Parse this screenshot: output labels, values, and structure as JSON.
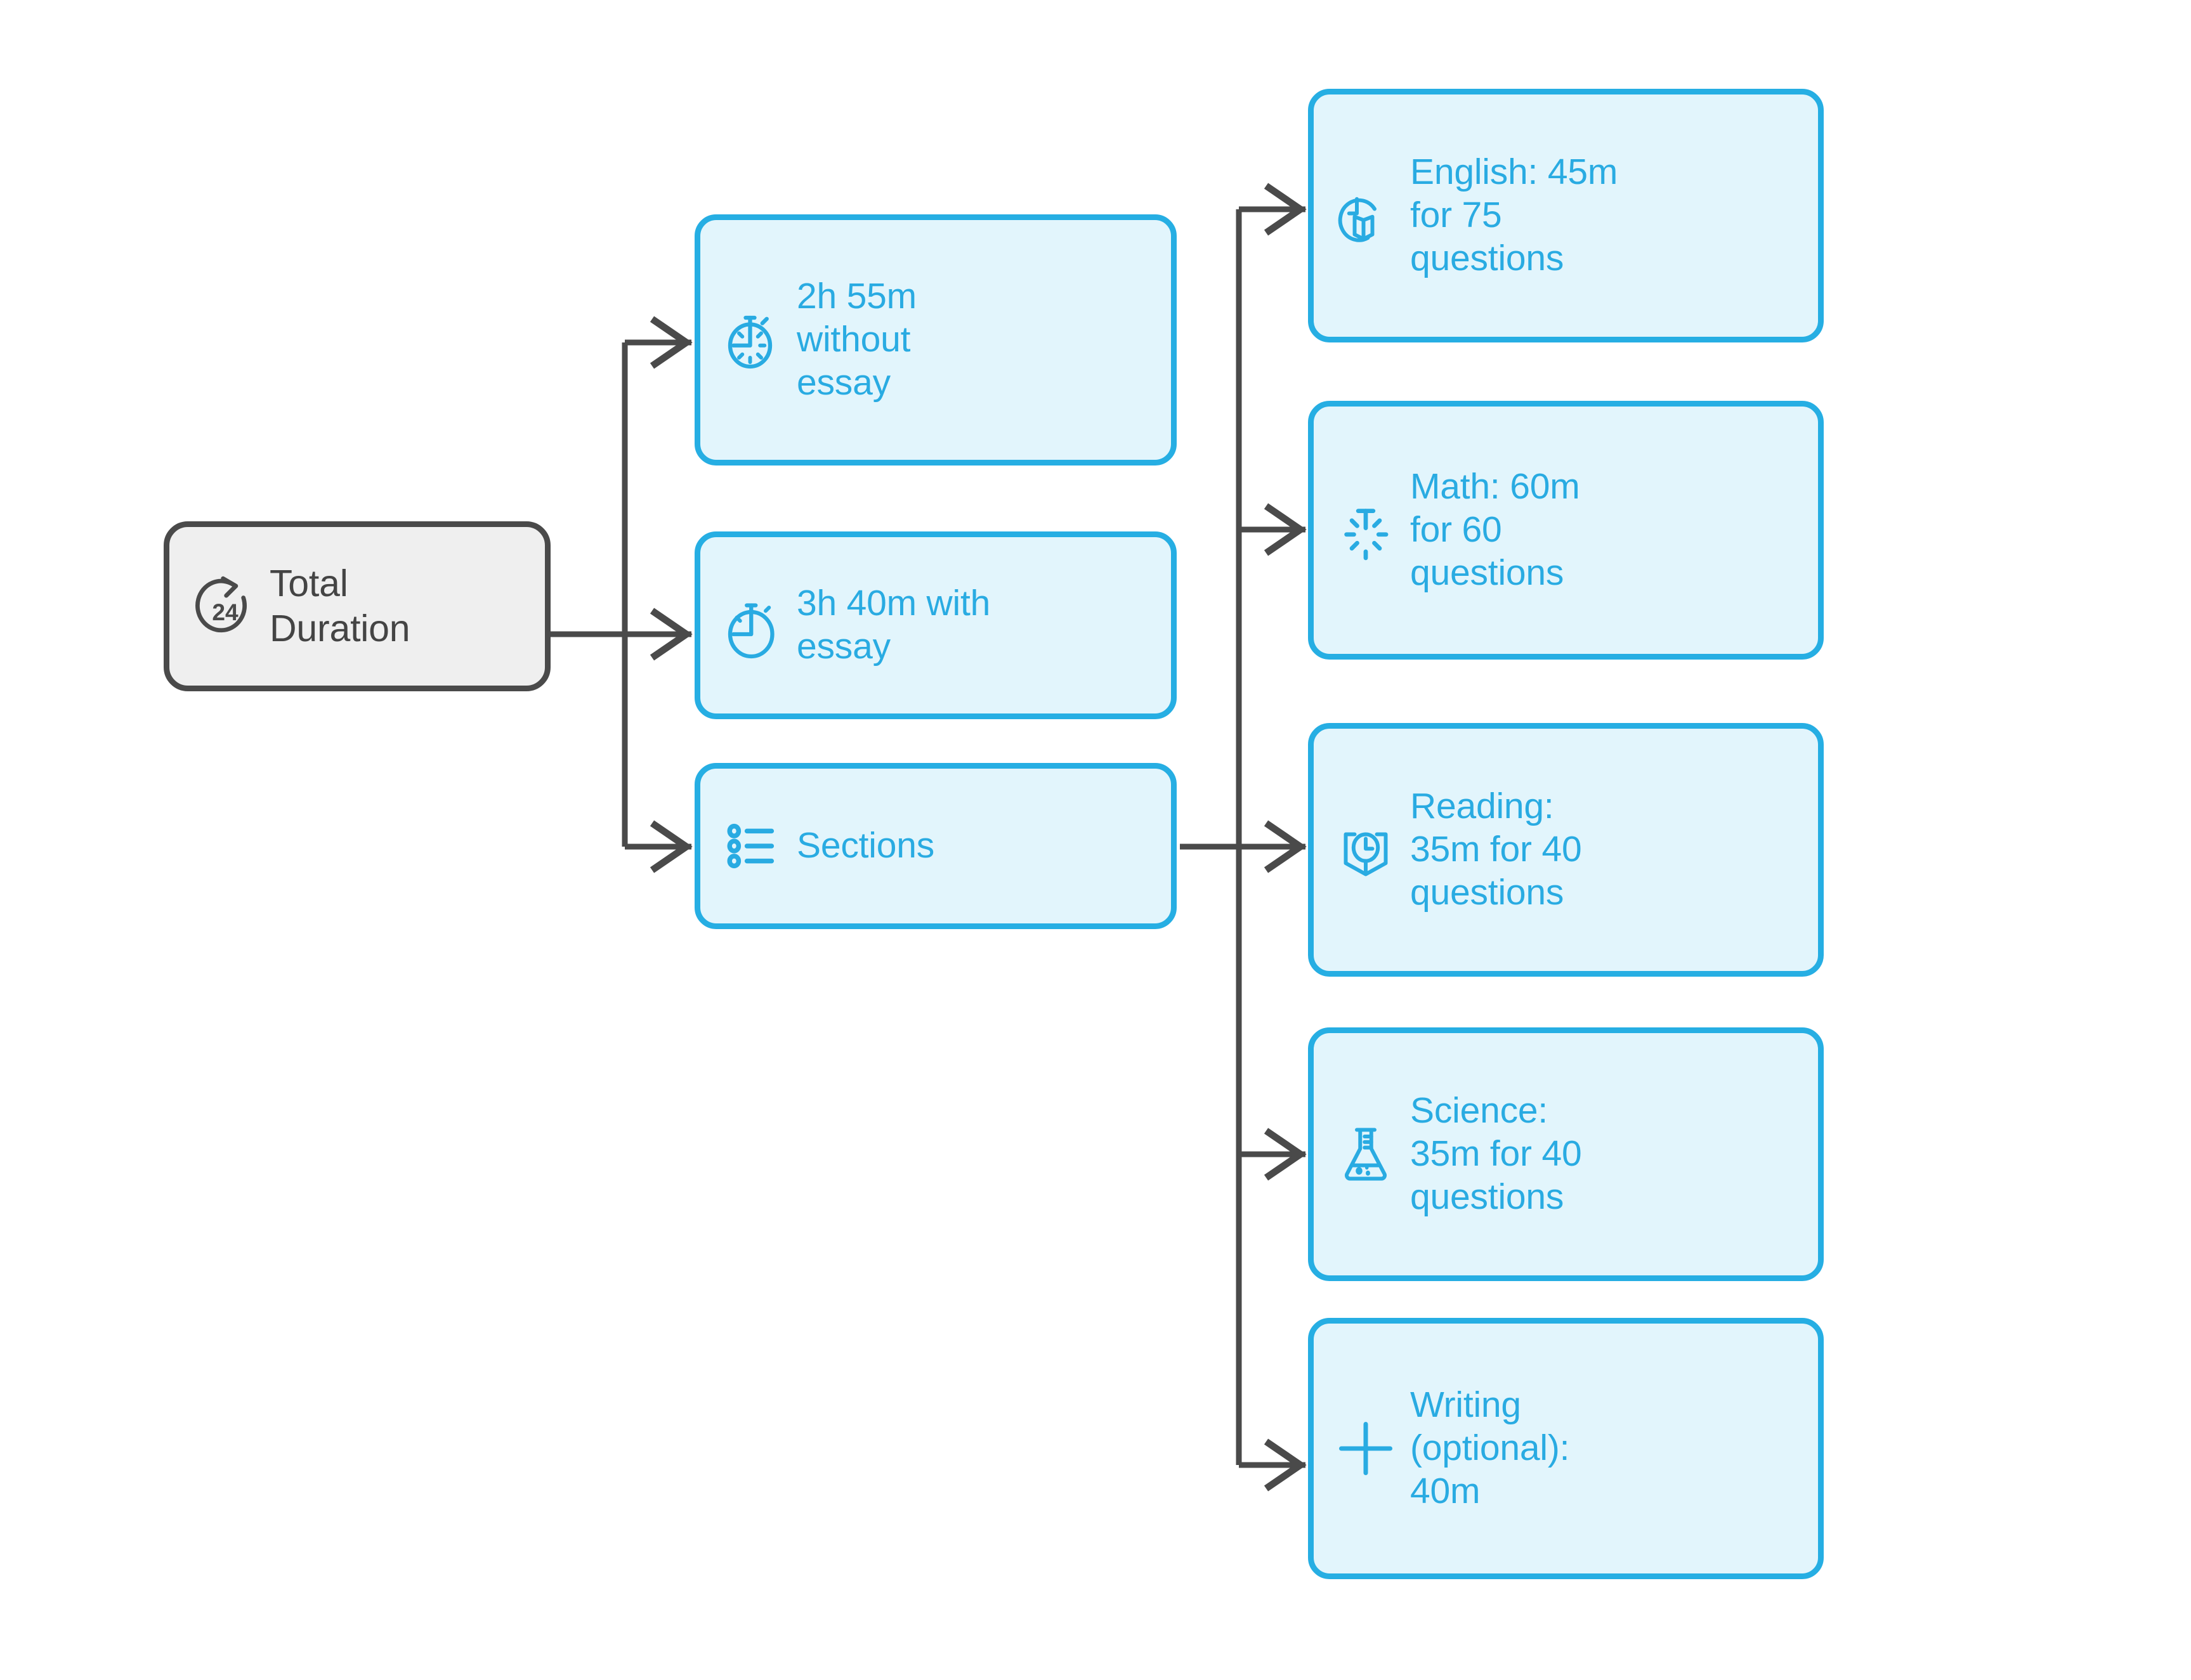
{
  "diagram": {
    "title": "Total Duration",
    "colors": {
      "accent": "#29abe2",
      "node_fill": "#e2f5fc",
      "node_border": "#26aee3",
      "root_fill": "#efefef",
      "root_border": "#4a4a4a",
      "connector": "#4a4a4a",
      "background": "#ffffff"
    },
    "root": {
      "label": "Total\nDuration",
      "icon": "clock-24-hour-arrow-icon"
    },
    "level2": [
      {
        "id": "without-essay",
        "label": "2h 55m\nwithout\nessay",
        "icon": "stopwatch-icon"
      },
      {
        "id": "with-essay",
        "label": "3h 40m with\nessay",
        "icon": "timer-icon"
      },
      {
        "id": "sections",
        "label": "Sections",
        "icon": "bulleted-list-icon"
      }
    ],
    "level3": [
      {
        "id": "english",
        "label": "English: 45m\nfor 75\nquestions",
        "icon": "clock-book-icon"
      },
      {
        "id": "math",
        "label": "Math: 60m\nfor 60\nquestions",
        "icon": "sunburst-t-icon"
      },
      {
        "id": "reading",
        "label": "Reading:\n35m for 40\nquestions",
        "icon": "book-clock-icon"
      },
      {
        "id": "science",
        "label": "Science:\n35m for 40\nquestions",
        "icon": "flask-icon"
      },
      {
        "id": "writing",
        "label": "Writing\n(optional):\n40m",
        "icon": "plus-icon"
      }
    ]
  }
}
